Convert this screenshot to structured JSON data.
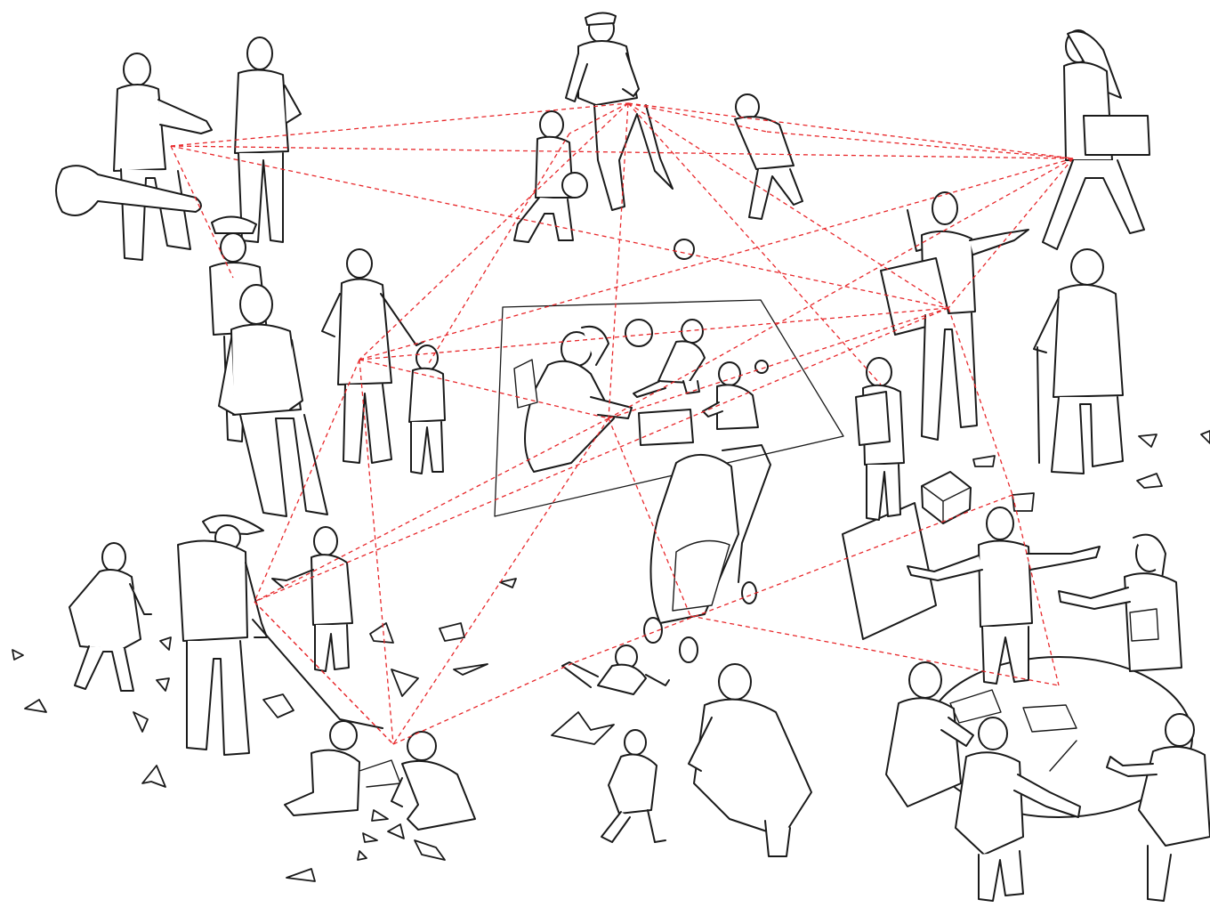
{
  "palette": {
    "background": "#ffffff",
    "outline": "#1a1a1a",
    "connection": "#e8282b"
  },
  "scene": {
    "style": "black line-art figures connected by red dashed lines",
    "people": [
      {
        "id": "p1",
        "icon": "person-with-guitar-case-icon"
      },
      {
        "id": "p2",
        "icon": "person-standing-hands-on-hips-icon"
      },
      {
        "id": "p3",
        "icon": "man-with-cap-and-whistle-icon"
      },
      {
        "id": "p4",
        "icon": "child-with-ball-icon"
      },
      {
        "id": "p5",
        "icon": "running-child-icon"
      },
      {
        "id": "p6",
        "icon": "woman-walking-with-skateboard-icon"
      },
      {
        "id": "p7",
        "icon": "officer-with-cap-icon"
      },
      {
        "id": "p8",
        "icon": "man-seen-from-behind-icon"
      },
      {
        "id": "p9",
        "icon": "woman-with-toddler-icon"
      },
      {
        "id": "p10",
        "icon": "toddler-standing-icon"
      },
      {
        "id": "p11",
        "icon": "man-holding-sign-icon"
      },
      {
        "id": "p12",
        "icon": "elderly-man-with-cane-icon"
      },
      {
        "id": "p13",
        "icon": "child-with-backpack-icon"
      },
      {
        "id": "p14",
        "icon": "woman-kneeling-on-blanket-icon"
      },
      {
        "id": "p15",
        "icon": "baby-crawling-on-blanket-icon"
      },
      {
        "id": "p16",
        "icon": "toddler-sitting-on-blanket-icon"
      },
      {
        "id": "p17",
        "icon": "stroller-icon"
      },
      {
        "id": "p18",
        "icon": "girl-in-dress-icon"
      },
      {
        "id": "p19",
        "icon": "man-in-hat-with-rake-icon"
      },
      {
        "id": "p20",
        "icon": "child-holding-leaf-icon"
      },
      {
        "id": "p21",
        "icon": "two-children-crouching-icon"
      },
      {
        "id": "p22",
        "icon": "baby-crawling-icon"
      },
      {
        "id": "p23",
        "icon": "baby-crawling-icon"
      },
      {
        "id": "p24",
        "icon": "man-crouching-icon"
      },
      {
        "id": "p25",
        "icon": "man-with-arms-open-icon"
      },
      {
        "id": "p26",
        "icon": "woman-holding-book-icon"
      },
      {
        "id": "p27",
        "icon": "people-around-table-icon"
      }
    ],
    "objects": [
      {
        "id": "o1",
        "icon": "picnic-blanket-icon"
      },
      {
        "id": "o2",
        "icon": "ball-icon"
      },
      {
        "id": "o3",
        "icon": "box-icon"
      },
      {
        "id": "o4",
        "icon": "round-table-icon"
      },
      {
        "id": "o5",
        "icon": "leaf-scrap-icon"
      }
    ],
    "connections": [
      [
        "p1",
        "p3"
      ],
      [
        "p1",
        "p6"
      ],
      [
        "p1",
        "p7"
      ],
      [
        "p1",
        "p11"
      ],
      [
        "p3",
        "p6"
      ],
      [
        "p3",
        "p9"
      ],
      [
        "p3",
        "p5"
      ],
      [
        "p3",
        "p14"
      ],
      [
        "p3",
        "p11"
      ],
      [
        "p3",
        "p13"
      ],
      [
        "p3",
        "p4"
      ],
      [
        "p5",
        "p6"
      ],
      [
        "p6",
        "p9"
      ],
      [
        "p6",
        "p14"
      ],
      [
        "p6",
        "p11"
      ],
      [
        "p9",
        "p14"
      ],
      [
        "p9",
        "p11"
      ],
      [
        "p9",
        "p20"
      ],
      [
        "p9",
        "p21"
      ],
      [
        "p11",
        "p14"
      ],
      [
        "p11",
        "p20"
      ],
      [
        "p11",
        "p25"
      ],
      [
        "p14",
        "p17"
      ],
      [
        "p14",
        "p21"
      ],
      [
        "p14",
        "p20"
      ],
      [
        "p17",
        "p27"
      ],
      [
        "p19",
        "p21"
      ],
      [
        "p20",
        "p21"
      ],
      [
        "p21",
        "p22"
      ],
      [
        "p22",
        "p25"
      ],
      [
        "p25",
        "p27"
      ],
      [
        "p4",
        "p10"
      ]
    ]
  }
}
